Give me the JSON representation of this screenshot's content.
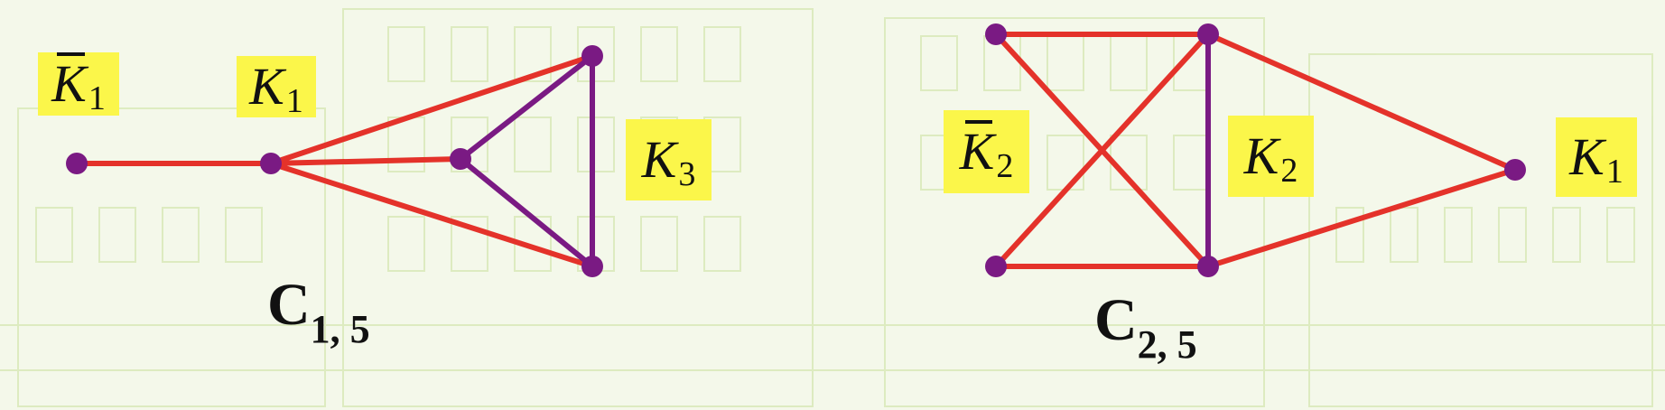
{
  "colors": {
    "background": "#f4f8ea",
    "label_fill": "#fbf64a",
    "vertex": "#7a1a83",
    "red_edge": "#e4322a",
    "purple_edge": "#7a1a83"
  },
  "left": {
    "labels": {
      "kbar1": {
        "base": "K",
        "sub": "1"
      },
      "k1": {
        "base": "K",
        "sub": "1"
      },
      "k3": {
        "base": "K",
        "sub": "3"
      }
    },
    "caption": {
      "base": "C",
      "sub": "1, 5"
    }
  },
  "right": {
    "labels": {
      "kbar2": {
        "base": "K",
        "sub": "2"
      },
      "k2": {
        "base": "K",
        "sub": "2"
      },
      "k1": {
        "base": "K",
        "sub": "1"
      }
    },
    "caption": {
      "base": "C",
      "sub": "2, 5"
    }
  }
}
